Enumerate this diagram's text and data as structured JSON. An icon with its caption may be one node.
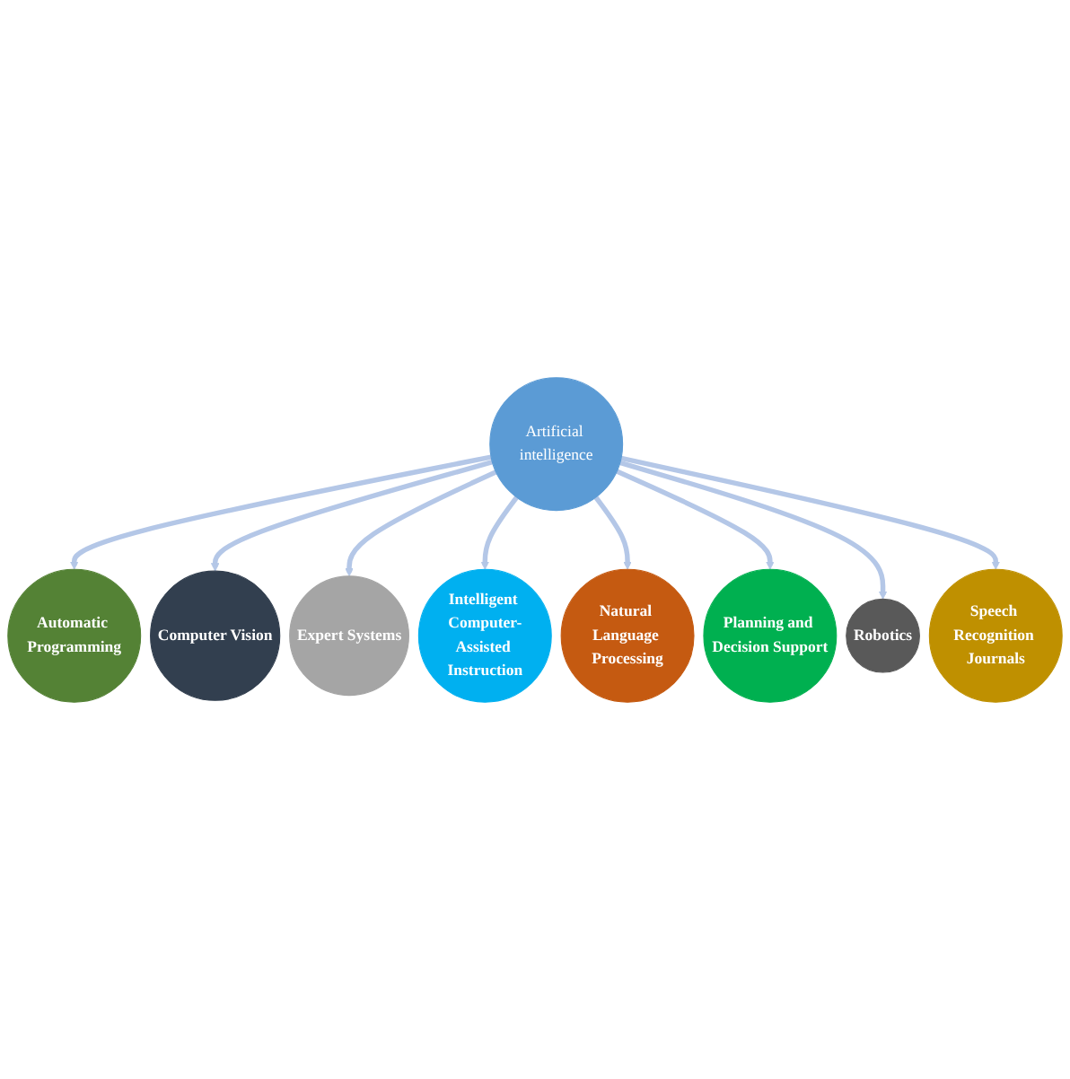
{
  "diagram": {
    "nodes": [
      {
        "text": [
          "Artificial intelligence"
        ]
      },
      {
        "text": [
          "Automatic Programming"
        ]
      },
      {
        "text": [
          "Computer Vision"
        ]
      },
      {
        "text": [
          "Expert Systems"
        ]
      },
      {
        "text": [
          "Intelligent Computer-Assisted Instruction"
        ]
      },
      {
        "text": [
          "Natural Language Processing"
        ]
      },
      {
        "text": [
          "Planning and Decision Support"
        ]
      },
      {
        "text": [
          "Robotics"
        ]
      },
      {
        "text": [
          "Speech Recognition Journals"
        ]
      }
    ],
    "edges": [
      {
        "from": 0,
        "to": 1,
        "arrow": "to"
      },
      {
        "from": 0,
        "to": 2,
        "arrow": "to"
      },
      {
        "from": 0,
        "to": 3,
        "arrow": "to"
      },
      {
        "from": 0,
        "to": 4,
        "arrow": "to"
      },
      {
        "from": 0,
        "to": 5,
        "arrow": "to"
      },
      {
        "from": 0,
        "to": 6,
        "arrow": "to"
      },
      {
        "from": 0,
        "to": 7,
        "arrow": "to"
      },
      {
        "from": 0,
        "to": 8,
        "arrow": "to"
      }
    ]
  }
}
